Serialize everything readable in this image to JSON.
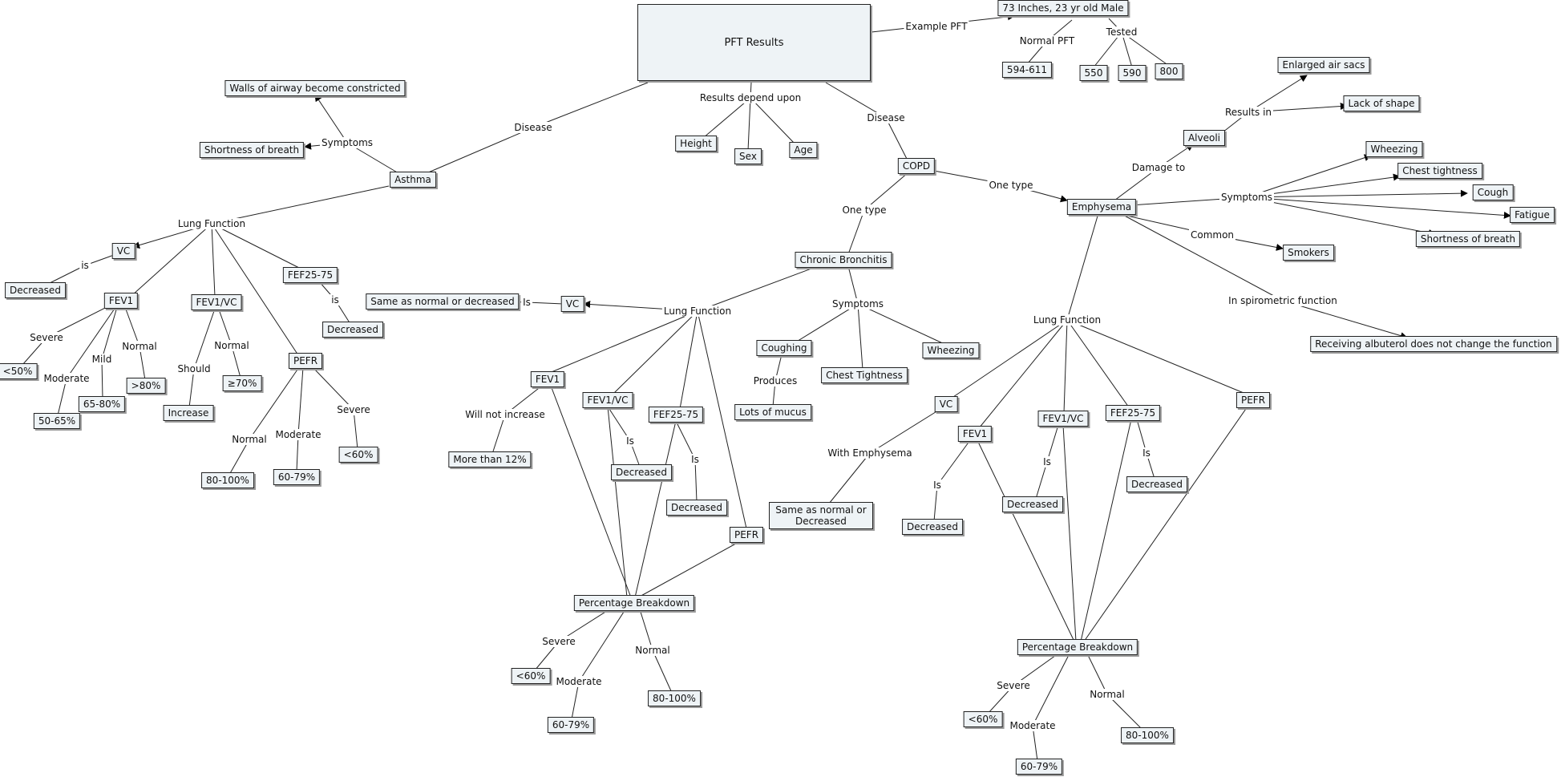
{
  "root": "PFT Results",
  "nodes": {
    "n_example": "73 Inches, 23 yr old Male",
    "n_594": "594-611",
    "n_550": "550",
    "n_590": "590",
    "n_800": "800",
    "n_walls": "Walls of airway become constricted",
    "n_sob1": "Shortness of breath",
    "n_asthma": "Asthma",
    "n_height": "Height",
    "n_sex": "Sex",
    "n_age": "Age",
    "n_copd": "COPD",
    "n_vc1": "VC",
    "n_dec1": "Decreased",
    "n_fev1a": "FEV1",
    "n_lt50": "<50%",
    "n_5065": "50-65%",
    "n_6580": "65-80%",
    "n_gt80": ">80%",
    "n_fevvc1": "FEV1/VC",
    "n_inc": "Increase",
    "n_ge70": "≥70%",
    "n_fef1": "FEF25-75",
    "n_dec2": "Decreased",
    "n_pefr1": "PEFR",
    "n_80100a": "80-100%",
    "n_6079a": "60-79%",
    "n_lt60a": "<60%",
    "n_chronic": "Chronic Bronchitis",
    "n_same1": "Same as normal or decreased",
    "n_vc2": "VC",
    "n_fev1b": "FEV1",
    "n_more12": "More than 12%",
    "n_fevvc2": "FEV1/VC",
    "n_dec3": "Decreased",
    "n_fef2": "FEF25-75",
    "n_dec4": "Decreased",
    "n_pefr2": "PEFR",
    "n_pct1": "Percentage Breakdown",
    "n_lt60b": "<60%",
    "n_6079b": "60-79%",
    "n_80100b": "80-100%",
    "n_coughing": "Coughing",
    "n_mucus": "Lots of mucus",
    "n_chest1": "Chest Tightness",
    "n_wheez1": "Wheezing",
    "n_emph": "Emphysema",
    "n_alveoli": "Alveoli",
    "n_enlarged": "Enlarged air sacs",
    "n_lack": "Lack of shape",
    "n_wheez2": "Wheezing",
    "n_chest2": "Chest tightness",
    "n_cough": "Cough",
    "n_fatigue": "Fatigue",
    "n_sob2": "Shortness of breath",
    "n_smokers": "Smokers",
    "n_albuterol": "Receiving albuterol does not change the function",
    "n_vc3": "VC",
    "n_same2": "Same as normal or Decreased",
    "n_fev1c": "FEV1",
    "n_dec5": "Decreased",
    "n_fevvc3": "FEV1/VC",
    "n_dec6": "Decreased",
    "n_fef3": "FEF25-75",
    "n_dec7": "Decreased",
    "n_pefr3": "PEFR",
    "n_pct2": "Percentage Breakdown",
    "n_lt60c": "<60%",
    "n_6079c": "60-79%",
    "n_80100c": "80-100%"
  },
  "labels": {
    "l_examplepft": "Example PFT",
    "l_normalpft": "Normal PFT",
    "l_tested": "Tested",
    "l_disease1": "Disease",
    "l_depend": "Results depend upon",
    "l_disease2": "Disease",
    "l_symptoms1": "Symptoms",
    "l_lungfn1": "Lung Function",
    "l_is1": "is",
    "l_severe1": "Severe",
    "l_moderate1": "Moderate",
    "l_mild1": "Mild",
    "l_normal1": "Normal",
    "l_should": "Should",
    "l_normal2": "Normal",
    "l_is2": "is",
    "l_normal3": "Normal",
    "l_moderate2": "Moderate",
    "l_severe2": "Severe",
    "l_onetype1": "One type",
    "l_onetype2": "One type",
    "l_lungfn2": "Lung Function",
    "l_is3": "Is",
    "l_willnot": "Will not increase",
    "l_is4": "Is",
    "l_is5": "Is",
    "l_severe3": "Severe",
    "l_moderate3": "Moderate",
    "l_normal4": "Normal",
    "l_symptoms2": "Symptoms",
    "l_produces": "Produces",
    "l_damage": "Damage to",
    "l_results": "Results in",
    "l_symptoms3": "Symptoms",
    "l_common": "Common",
    "l_spiro": "In spirometric function",
    "l_lungfn3": "Lung Function",
    "l_withemph": "With Emphysema",
    "l_is6": "Is",
    "l_is7": "Is",
    "l_is8": "Is",
    "l_severe4": "Severe",
    "l_moderate4": "Moderate",
    "l_normal5": "Normal"
  }
}
